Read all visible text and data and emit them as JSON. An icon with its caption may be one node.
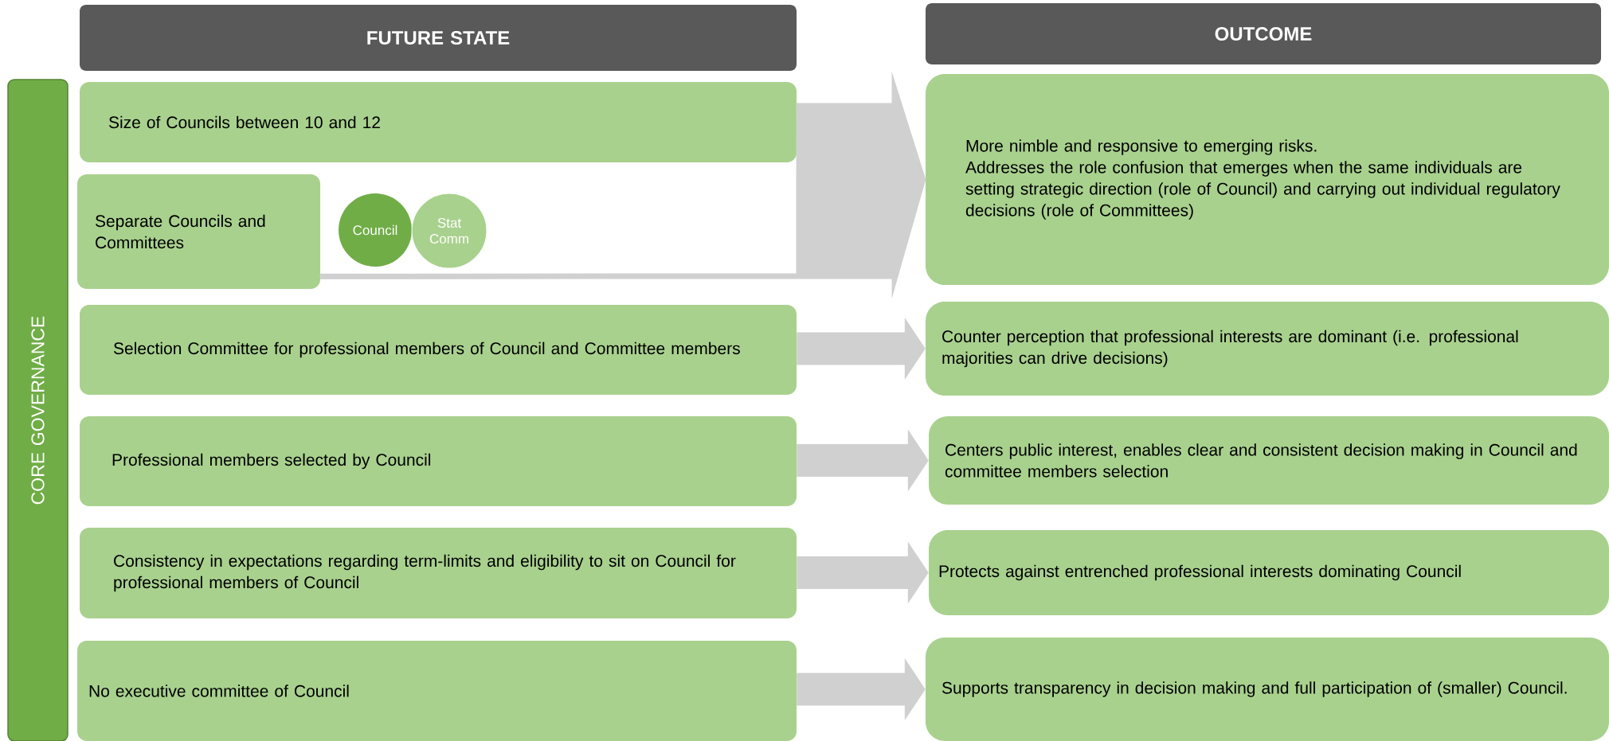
{
  "diagram": {
    "nodes": [
      {
        "text": [
          "FUTURE STATE"
        ]
      },
      {
        "text": [
          "OUTCOME"
        ]
      },
      {
        "text": [
          "CORE GOVERNANCE"
        ]
      },
      {
        "text": [
          "Size of Councils between 10 and 12"
        ]
      },
      {
        "text": [
          "Separate Councils and Committees"
        ]
      },
      {
        "text": [
          "Council"
        ]
      },
      {
        "text": [
          "Stat Comm"
        ]
      },
      {
        "text": [
          "Selection Committee for professional members of Council and Committee members"
        ]
      },
      {
        "text": [
          "Professional members selected by Council"
        ]
      },
      {
        "text": [
          "Consistency in expectations regarding term-limits and eligibility to sit on Council for professional members of Council"
        ]
      },
      {
        "text": [
          "No executive committee of Council"
        ]
      },
      {
        "text": [
          "More nimble and responsive to emerging risks.",
          "Addresses the role confusion that emerges when the same individuals are setting strategic direction (role of Council) and carrying out individual regulatory decisions (role of Committees)"
        ]
      },
      {
        "text": [
          "Counter perception that professional interests are dominant (i.e. professional majorities can drive decisions)"
        ]
      },
      {
        "text": [
          "Centers public interest, enables clear and consistent decision making in Council and committee members selection"
        ]
      },
      {
        "text": [
          "Protects against entrenched professional interests dominating Council"
        ]
      },
      {
        "text": [
          "Supports transparency in decision making and full participation of (smaller) Council."
        ]
      }
    ],
    "edges": [
      {
        "from": 3,
        "to": 11,
        "arrow": "to"
      },
      {
        "from": 4,
        "to": 11,
        "arrow": "to"
      },
      {
        "from": 7,
        "to": 12,
        "arrow": "to"
      },
      {
        "from": 8,
        "to": 13,
        "arrow": "to"
      },
      {
        "from": 9,
        "to": 14,
        "arrow": "to"
      },
      {
        "from": 10,
        "to": 15,
        "arrow": "to"
      }
    ]
  }
}
